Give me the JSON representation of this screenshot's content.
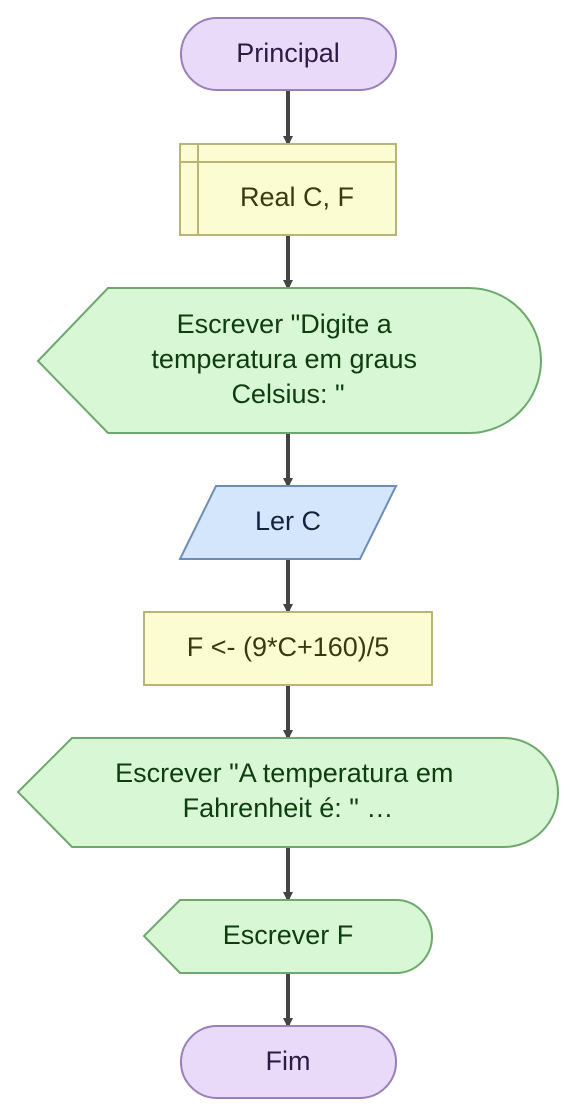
{
  "colors": {
    "terminal_fill": "#E9DAF9",
    "terminal_stroke": "#9B7FB8",
    "terminal_text": "#2F1A45",
    "declare_fill": "#FCFCD2",
    "declare_stroke": "#B9B478",
    "declare_text": "#3A3A10",
    "output_fill": "#D8F8D5",
    "output_stroke": "#6FA86E",
    "output_text": "#0E3D0E",
    "input_fill": "#D4E6FB",
    "input_stroke": "#6E8DB6",
    "input_text": "#10243F",
    "process_fill": "#FCFCD2",
    "process_stroke": "#B9B478",
    "process_text": "#3A3A10",
    "arrow": "#444444"
  },
  "flowchart": {
    "start": {
      "label": "Principal",
      "shape": "terminal"
    },
    "declare": {
      "label": "Real C, F",
      "shape": "declaration"
    },
    "output1": {
      "lines": [
        "Escrever \"Digite a",
        "temperatura em graus",
        "Celsius: \""
      ],
      "shape": "display"
    },
    "input": {
      "label": "Ler C",
      "shape": "input"
    },
    "process": {
      "label": "F <- (9*C+160)/5",
      "shape": "process"
    },
    "output2": {
      "lines": [
        "Escrever \"A temperatura em",
        "Fahrenheit é: \" …"
      ],
      "shape": "display"
    },
    "output3": {
      "label": "Escrever F",
      "shape": "display"
    },
    "end": {
      "label": "Fim",
      "shape": "terminal"
    }
  }
}
